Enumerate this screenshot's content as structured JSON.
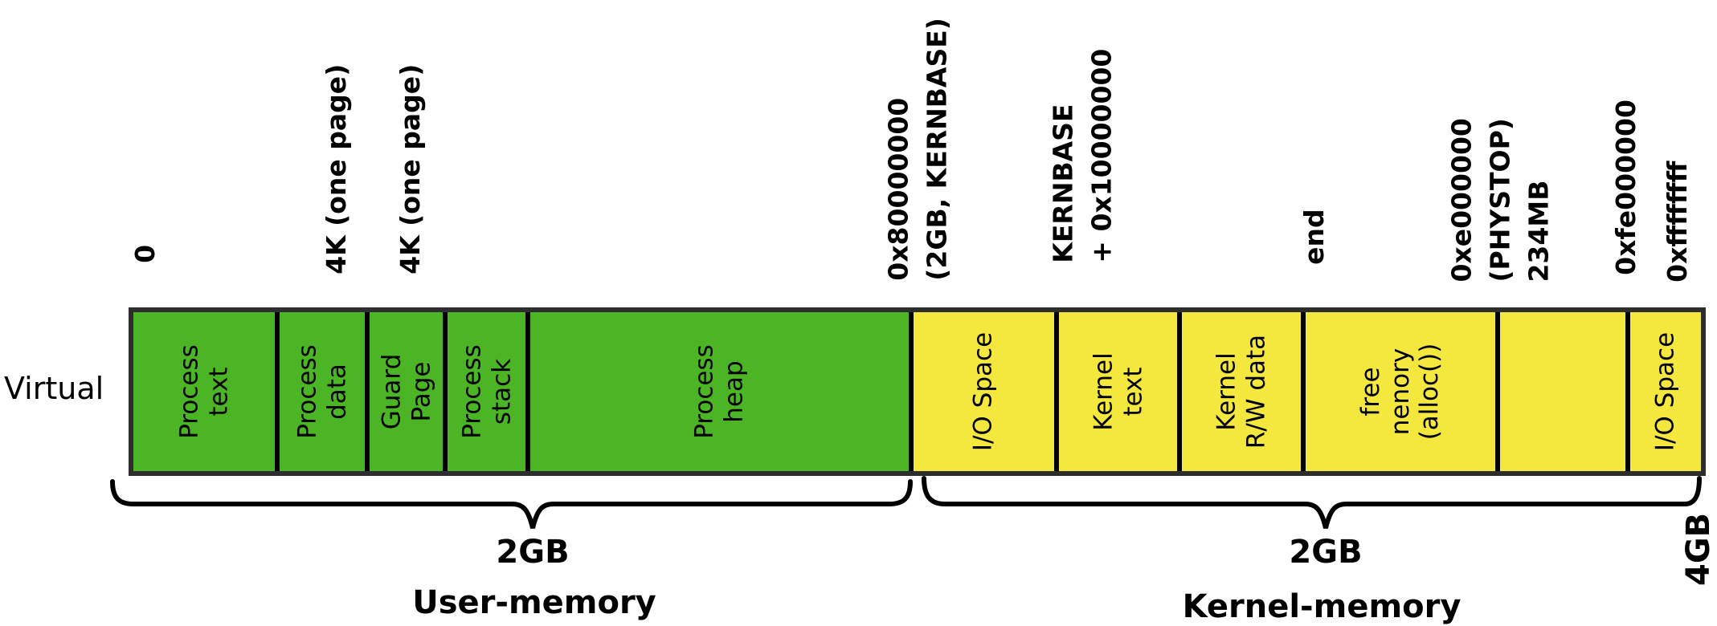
{
  "figure": {
    "axis_label": "Virtual",
    "right_end_label": "4GB"
  },
  "colors": {
    "user_green": "#4cb526",
    "kernel_yellow": "#f4e73d",
    "outline": "#2d2d2d"
  },
  "top_labels": [
    {
      "id": "zero",
      "text": "0"
    },
    {
      "id": "guard-4k",
      "text": "4K (one page)"
    },
    {
      "id": "stack-4k",
      "text": "4K (one page)"
    },
    {
      "id": "kernbase",
      "text": "0x80000000\n(2GB, KERNBASE)"
    },
    {
      "id": "kernbase-plus",
      "text": "KERNBASE\n+ 0x10000000"
    },
    {
      "id": "end",
      "text": "end"
    },
    {
      "id": "phystop",
      "text": "0xe000000\n(PHYSTOP)\n234MB"
    },
    {
      "id": "devspace",
      "text": "0xfe000000"
    },
    {
      "id": "top-address",
      "text": "0xffffffff"
    }
  ],
  "segments": [
    {
      "label": "Process\ntext",
      "region": "user"
    },
    {
      "label": "Process\ndata",
      "region": "user"
    },
    {
      "label": "Guard\nPage",
      "region": "user"
    },
    {
      "label": "Process\nstack",
      "region": "user"
    },
    {
      "label": "Process\nheap",
      "region": "user"
    },
    {
      "label": "I/O Space",
      "region": "kernel"
    },
    {
      "label": "Kernel\ntext",
      "region": "kernel"
    },
    {
      "label": "Kernel\nR/W data",
      "region": "kernel"
    },
    {
      "label": "free\nnenory\n(alloc())",
      "region": "kernel"
    },
    {
      "label": "",
      "region": "kernel"
    },
    {
      "label": "I/O Space",
      "region": "kernel"
    }
  ],
  "braces": [
    {
      "size_label": "2GB",
      "name_label": "User-memory"
    },
    {
      "size_label": "2GB",
      "name_label": "Kernel-memory"
    }
  ]
}
